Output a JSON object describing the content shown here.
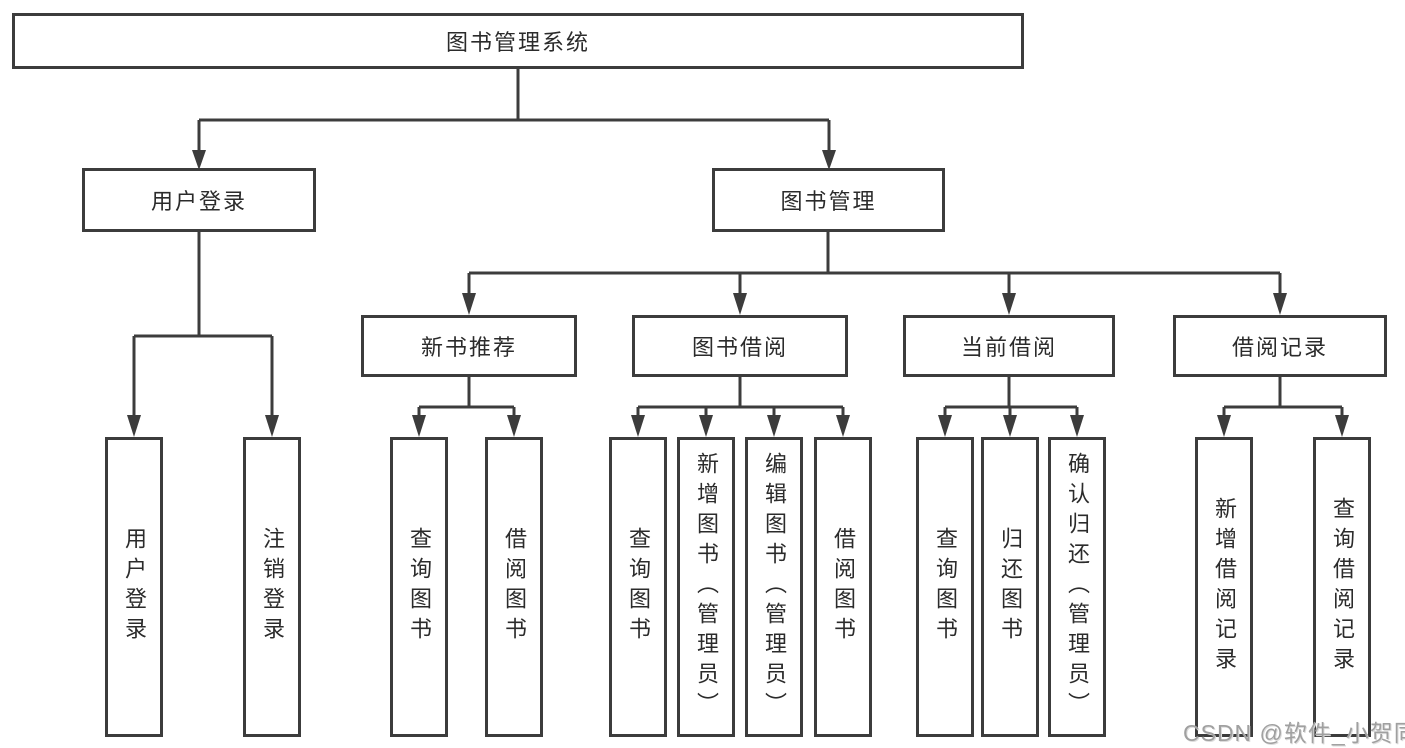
{
  "diagram": {
    "root": {
      "label": "图书管理系统",
      "children": [
        {
          "label": "用户登录",
          "children": [
            {
              "label": "用户登录"
            },
            {
              "label": "注销登录"
            }
          ]
        },
        {
          "label": "图书管理",
          "children": [
            {
              "label": "新书推荐",
              "children": [
                {
                  "label": "查询图书"
                },
                {
                  "label": "借阅图书"
                }
              ]
            },
            {
              "label": "图书借阅",
              "children": [
                {
                  "label": "查询图书"
                },
                {
                  "label": "新增图书（管理员）"
                },
                {
                  "label": "编辑图书（管理员）"
                },
                {
                  "label": "借阅图书"
                }
              ]
            },
            {
              "label": "当前借阅",
              "children": [
                {
                  "label": "查询图书"
                },
                {
                  "label": "归还图书"
                },
                {
                  "label": "确认归还（管理员）"
                }
              ]
            },
            {
              "label": "借阅记录",
              "children": [
                {
                  "label": "新增借阅记录"
                },
                {
                  "label": "查询借阅记录"
                }
              ]
            }
          ]
        }
      ]
    },
    "watermark": "CSDN @软件_小贺同学",
    "colors": {
      "line": "#3c3c3c",
      "text": "#2b2b2b",
      "watermark": "#a0a0a0",
      "background": "#ffffff"
    }
  }
}
